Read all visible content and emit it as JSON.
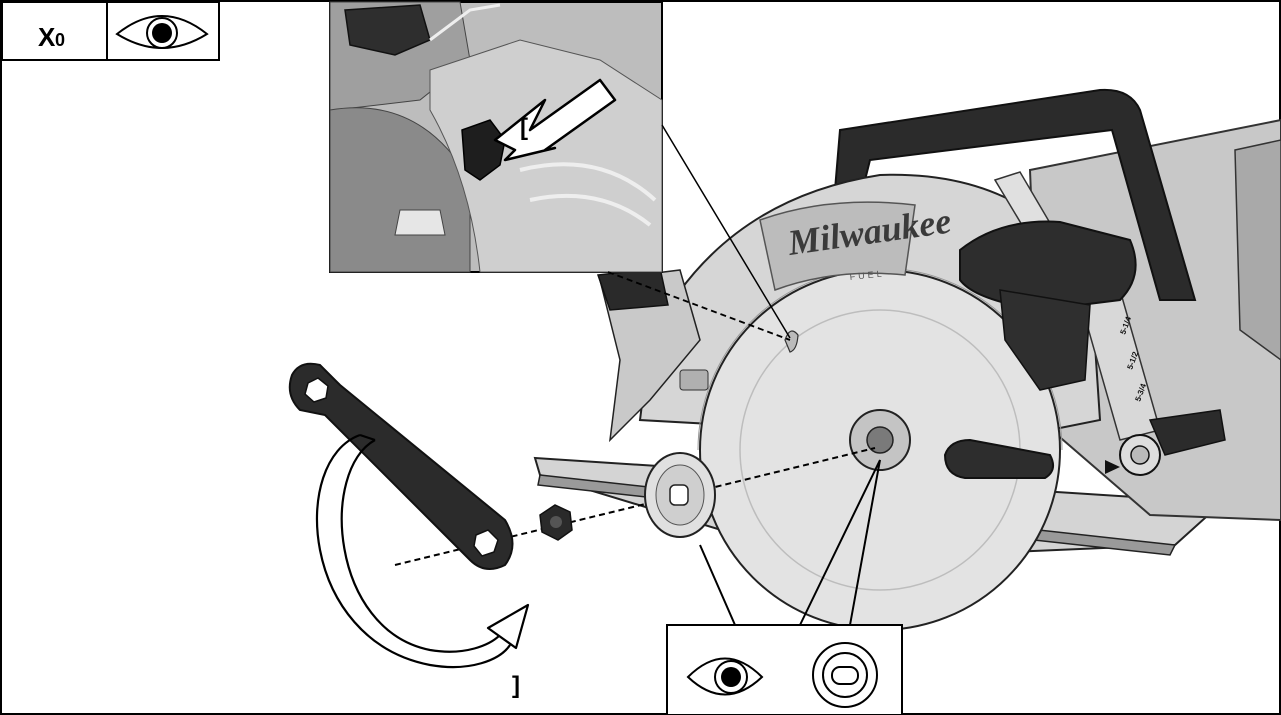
{
  "header": {
    "step_prefix": "X",
    "step_suffix": "0",
    "eye_icon": "eye-icon"
  },
  "inset": {
    "callout_label": "[",
    "arrow_icon": "arrow-icon"
  },
  "main": {
    "brand": "Milwaukee",
    "brand_sub": "FUEL",
    "scale_marks": [
      "5-1/4",
      "5-1/2",
      "5-3/4"
    ],
    "rotate_label": "]",
    "rotation_icon": "counterclockwise-arrow-icon",
    "wrench_icon": "wrench-icon",
    "nut_icon": "nut-icon",
    "washer_icon": "washer-icon"
  },
  "detail_box": {
    "eye_icon": "eye-icon",
    "slot_icon": "slot-icon"
  },
  "colors": {
    "line": "#000000",
    "saw_body": "#d9d9d9",
    "saw_dark": "#2a2a2a",
    "blade": "#e6e6e6",
    "inset_bg": "#bdbdbd"
  }
}
